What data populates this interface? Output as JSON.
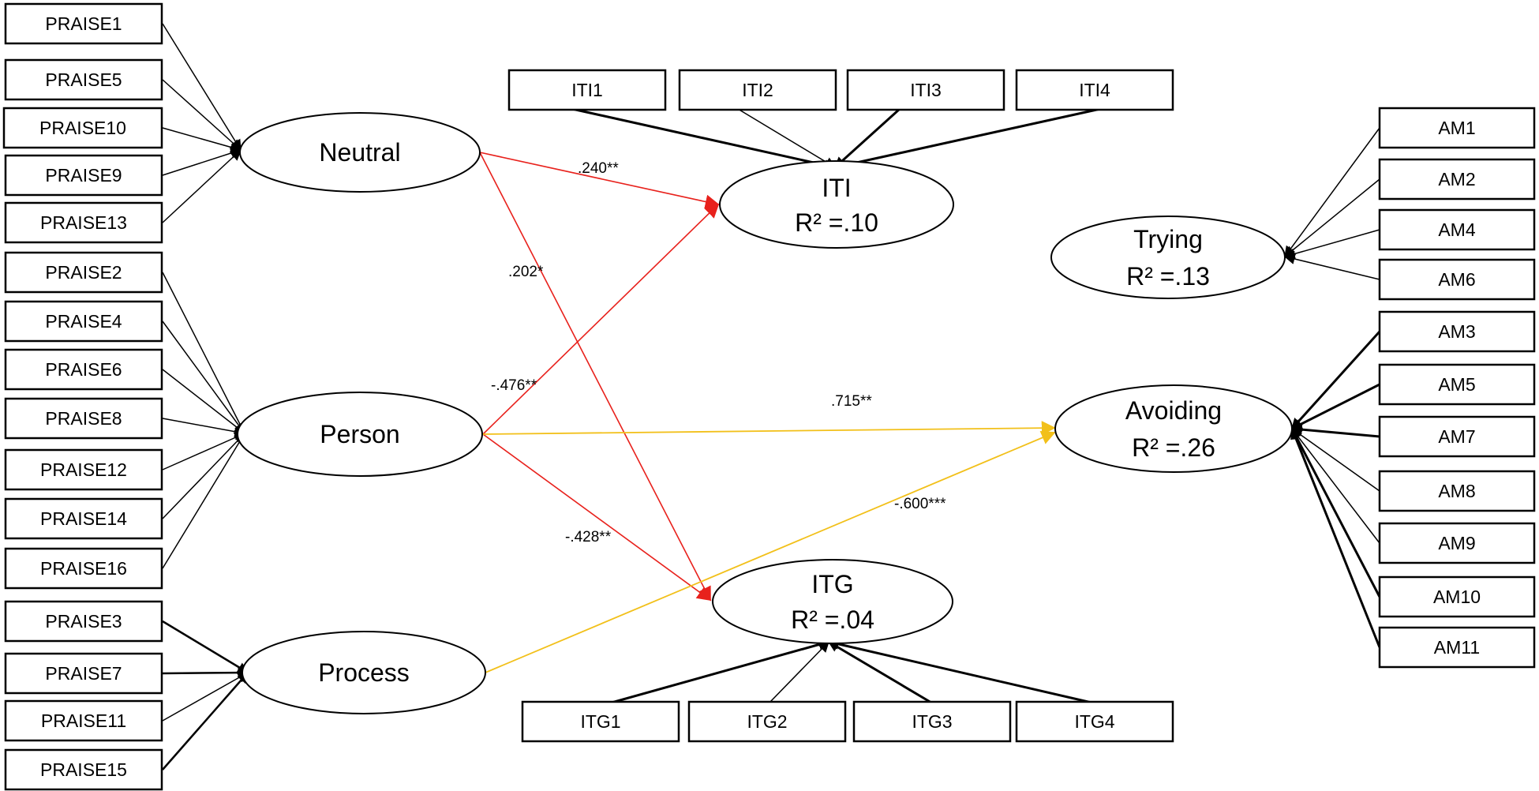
{
  "praise_indicators": {
    "neutral": [
      "PRAISE1",
      "PRAISE5",
      "PRAISE10",
      "PRAISE9",
      "PRAISE13"
    ],
    "person": [
      "PRAISE2",
      "PRAISE4",
      "PRAISE6",
      "PRAISE8",
      "PRAISE12",
      "PRAISE14",
      "PRAISE16"
    ],
    "process": [
      "PRAISE3",
      "PRAISE7",
      "PRAISE11",
      "PRAISE15"
    ]
  },
  "iti_indicators": [
    "ITI1",
    "ITI2",
    "ITI3",
    "ITI4"
  ],
  "itg_indicators": [
    "ITG1",
    "ITG2",
    "ITG3",
    "ITG4"
  ],
  "am_indicators": {
    "trying": [
      "AM1",
      "AM2",
      "AM4",
      "AM6"
    ],
    "avoiding": [
      "AM3",
      "AM5",
      "AM7",
      "AM8",
      "AM9",
      "AM10",
      "AM11"
    ]
  },
  "latents": {
    "neutral": {
      "name": "Neutral"
    },
    "person": {
      "name": "Person"
    },
    "process": {
      "name": "Process"
    },
    "iti": {
      "name": "ITI",
      "r2": "R² =.10"
    },
    "itg": {
      "name": "ITG",
      "r2": "R² =.04"
    },
    "trying": {
      "name": "Trying",
      "r2": "R² =.13"
    },
    "avoiding": {
      "name": "Avoiding",
      "r2": "R² =.26"
    }
  },
  "paths": [
    {
      "from": "Neutral",
      "to": "ITI",
      "coef": ".240**",
      "color": "#e8211c"
    },
    {
      "from": "Neutral",
      "to": "ITG",
      "coef": ".202*",
      "color": "#e8211c"
    },
    {
      "from": "Person",
      "to": "ITI",
      "coef": "-.476**",
      "color": "#e8211c"
    },
    {
      "from": "Person",
      "to": "Avoiding",
      "coef": ".715**",
      "color": "#f2c01a"
    },
    {
      "from": "Person",
      "to": "ITG",
      "coef": "-.428**",
      "color": "#e8211c"
    },
    {
      "from": "Process",
      "to": "Avoiding",
      "coef": "-.600***",
      "color": "#f2c01a"
    }
  ]
}
